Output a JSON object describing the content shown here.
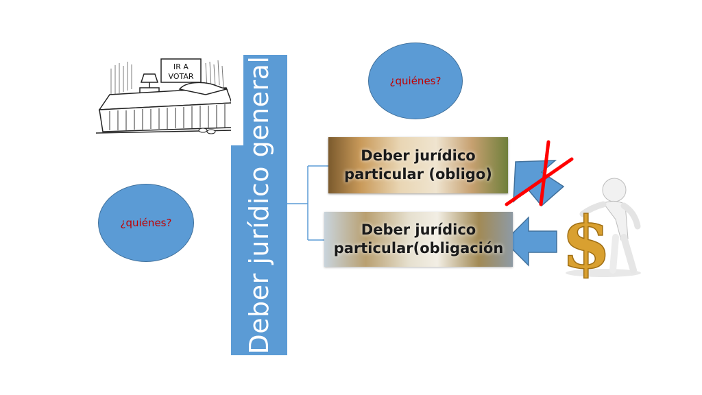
{
  "bubble_top": "¿quiénes?",
  "bubble_left": "¿quiénes?",
  "vertical_title": "Deber jurídico general",
  "card_top": {
    "line1": "Deber jurídico",
    "line2": "particular (obligo)"
  },
  "card_bottom": {
    "line1": "Deber jurídico",
    "line2": "particular(obligación"
  },
  "cartoon_sign": {
    "line1": "IR A",
    "line2": "VOTAR"
  },
  "dollar_sign": "$",
  "colors": {
    "shape_blue": "#5b9bd5",
    "shape_border": "#41719c",
    "question_text": "#c00000",
    "cross_red": "#ff0000",
    "dollar_gold": "#d9a030"
  }
}
